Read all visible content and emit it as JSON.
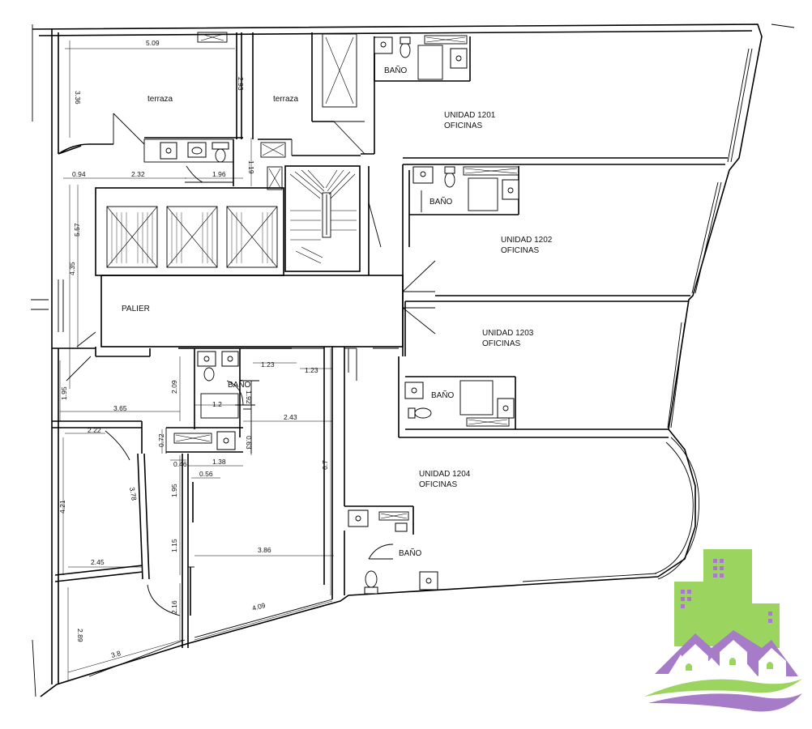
{
  "rooms": {
    "terraza_left": "terraza",
    "terraza_right": "terraza",
    "palier": "PALIER",
    "bano_1201": "BAÑO",
    "bano_1202": "BAÑO",
    "bano_1203": "BAÑO",
    "bano_center": "BAÑO",
    "bano_1204": "BAÑO",
    "unit_1201_name": "UNIDAD  1201",
    "unit_1201_use": "OFICINAS",
    "unit_1202_name": "UNIDAD  1202",
    "unit_1202_use": "OFICINAS",
    "unit_1203_name": "UNIDAD  1203",
    "unit_1203_use": "OFICINAS",
    "unit_1204_name": "UNIDAD  1204",
    "unit_1204_use": "OFICINAS"
  },
  "dimensions": {
    "d509": "5.09",
    "d336": "3.36",
    "d293": "2.93",
    "d094": "0.94",
    "d232": "2.32",
    "d196": "1.96",
    "d119": "1.19",
    "d557": "5.57",
    "d435": "4.35",
    "d195a": "1.95",
    "d209": "2.09",
    "d123a": "1.23",
    "d123b": "1.23",
    "d192": "1.92",
    "d12": "1.2",
    "d365": "3.65",
    "d243": "2.43",
    "d222": "2.22",
    "d072": "0.72",
    "d063": "0.63",
    "d046": "0.46",
    "d138": "1.38",
    "d056": "0.56",
    "d421": "4.21",
    "d378": "3.78",
    "d195b": "1.95",
    "d67": "6.7",
    "d115": "1.15",
    "d386": "3.86",
    "d245": "2.45",
    "d216": "2.16",
    "d409": "4.09",
    "d289": "2.89",
    "d38": "3.8"
  },
  "logo": {
    "tower_color": "#9bd55f",
    "roof_color": "#a67bc8",
    "wave_green": "#9bd55f",
    "wave_purple": "#a67bc8",
    "icon": "real-estate-logo-icon"
  }
}
